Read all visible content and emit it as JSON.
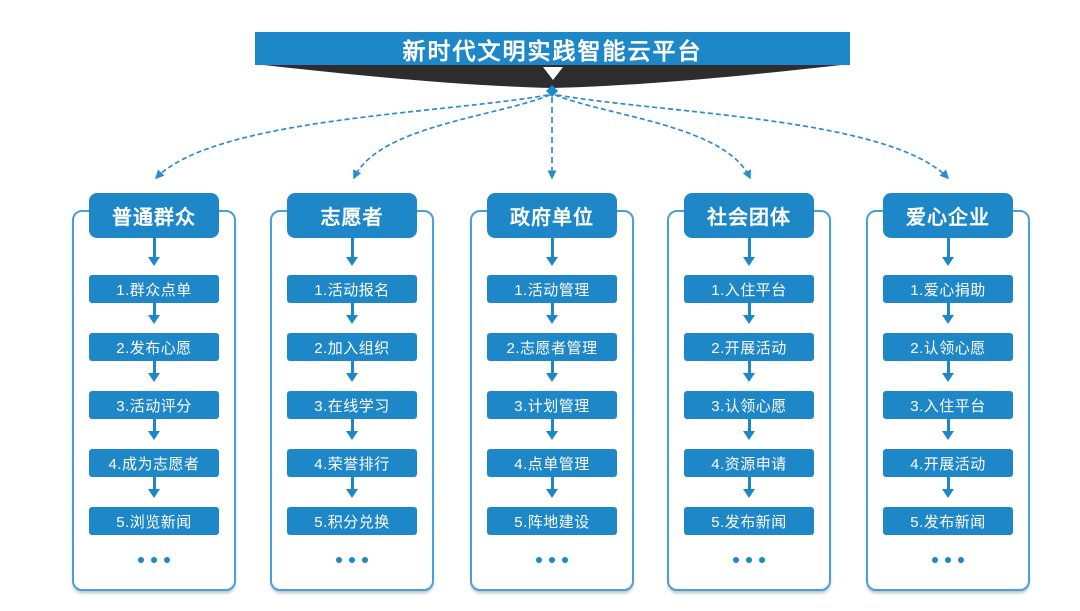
{
  "banner": {
    "title": "新时代文明实践智能云平台"
  },
  "icons": {
    "ribbon": "dark-ribbon-swoosh",
    "banner_arrow": "white-down-arrow",
    "fan_origin": "connector-origin-diamond",
    "step_arrow": "blue-down-arrow",
    "more": "ellipsis-dots"
  },
  "colors": {
    "primary_blue": "#1e87c8",
    "connector_blue": "#2d8dcb",
    "frame_border_blue": "#4d9ed4",
    "ribbon_dark": "#2e2d2d",
    "background": "#ffffff",
    "text_on_blue": "#ffffff"
  },
  "columns": [
    {
      "header": "普通群众",
      "items": [
        "1.群众点单",
        "2.发布心愿",
        "3.活动评分",
        "4.成为志愿者",
        "5.浏览新闻"
      ]
    },
    {
      "header": "志愿者",
      "items": [
        "1.活动报名",
        "2.加入组织",
        "3.在线学习",
        "4.荣誉排行",
        "5.积分兑换"
      ]
    },
    {
      "header": "政府单位",
      "items": [
        "1.活动管理",
        "2.志愿者管理",
        "3.计划管理",
        "4.点单管理",
        "5.阵地建设"
      ]
    },
    {
      "header": "社会团体",
      "items": [
        "1.入住平台",
        "2.开展活动",
        "3.认领心愿",
        "4.资源申请",
        "5.发布新闻"
      ]
    },
    {
      "header": "爱心企业",
      "items": [
        "1.爱心捐助",
        "2.认领心愿",
        "3.入住平台",
        "4.开展活动",
        "5.发布新闻"
      ]
    }
  ]
}
